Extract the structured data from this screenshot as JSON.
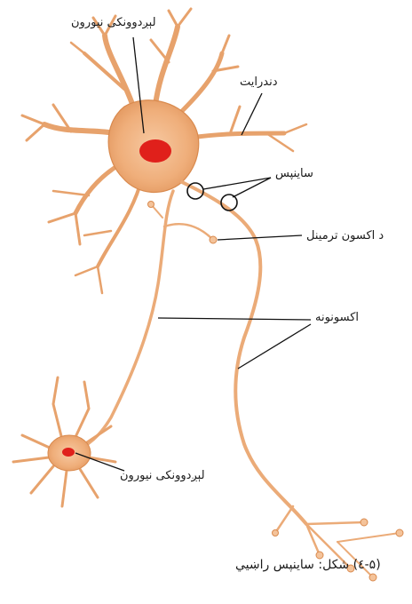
{
  "labels": {
    "sender_neuron": "لېږدوونکی نیورون",
    "dendrite": "دندرایت",
    "synapse": "ساینپس",
    "axon_terminal": "د اکسون ترمینل",
    "axon": "اکسونونه",
    "receiver_neuron": "لېږدوونکی نیورون"
  },
  "caption": "(۵-٤) شکل: ساینپس راښيي",
  "colors": {
    "cell_body": "#f2b585",
    "membrane": "#d98a4e",
    "nucleus": "#e0201b",
    "leader": "#111111"
  }
}
